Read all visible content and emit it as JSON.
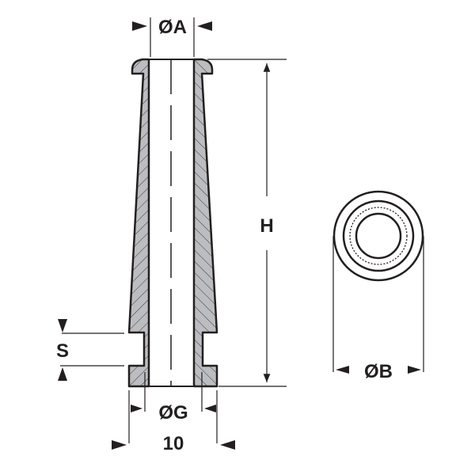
{
  "drawing": {
    "subject": "Tapered cable grommet / sleeve - section and end view",
    "colors": {
      "outline": "#231f20",
      "fill": "#bcbdc0",
      "hatch": "#3a3a3a",
      "background": "#ffffff"
    },
    "dimensions": {
      "top_bore": "ØA",
      "height": "H",
      "outer_diameter": "ØB",
      "groove": "S",
      "bottom_bore": "ØG",
      "base_width": "10"
    }
  }
}
